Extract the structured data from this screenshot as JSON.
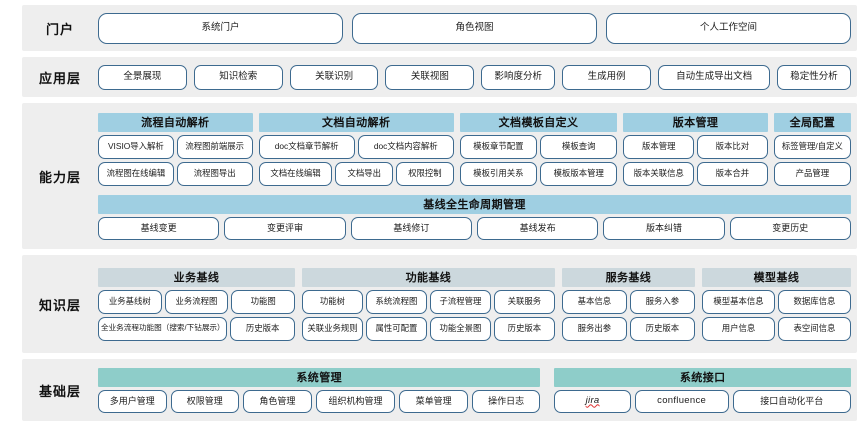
{
  "layers": [
    {
      "label": "门户",
      "items": [
        "系统门户",
        "角色视图",
        "个人工作空间"
      ]
    },
    {
      "label": "应用层",
      "items": [
        "全景展现",
        "知识检索",
        "关联识别",
        "关联视图",
        "影响度分析",
        "生成用例",
        "自动生成导出文档",
        "稳定性分析"
      ]
    },
    {
      "label": "能力层",
      "groups": [
        {
          "title": "流程自动解析",
          "row1": [
            "VISIO导入解析",
            "流程图前端展示"
          ],
          "row2": [
            "流程图在线编辑",
            "流程图导出"
          ]
        },
        {
          "title": "文档自动解析",
          "row1": [
            "doc文档章节解析",
            "doc文档内容解析"
          ],
          "row2": [
            "文档在线编辑",
            "文档导出",
            "权限控制"
          ]
        },
        {
          "title": "文档模板自定义",
          "row1": [
            "模板章节配置",
            "模板查询"
          ],
          "row2": [
            "模板引用关系",
            "模板版本管理"
          ]
        },
        {
          "title": "版本管理",
          "row1": [
            "版本管理",
            "版本比对"
          ],
          "row2": [
            "版本关联信息",
            "版本合并"
          ]
        },
        {
          "title": "全局配置",
          "row1": [
            "标签管理/自定义"
          ],
          "row2": [
            "产品管理"
          ]
        }
      ],
      "baseline": {
        "title": "基线全生命周期管理",
        "items": [
          "基线变更",
          "变更评审",
          "基线修订",
          "基线发布",
          "版本纠错",
          "变更历史"
        ]
      }
    },
    {
      "label": "知识层",
      "groups": [
        {
          "title": "业务基线",
          "row1": [
            "业务基线树",
            "业务流程图",
            "功能图"
          ],
          "row2": [
            "全业务流程功能图（搜索/下钻展示）",
            "历史版本"
          ]
        },
        {
          "title": "功能基线",
          "row1": [
            "功能树",
            "系统流程图",
            "子流程管理",
            "关联服务"
          ],
          "row2": [
            "关联业务规则",
            "属性可配置",
            "功能全景图",
            "历史版本"
          ]
        },
        {
          "title": "服务基线",
          "row1": [
            "基本信息",
            "服务入参"
          ],
          "row2": [
            "服务出参",
            "历史版本"
          ]
        },
        {
          "title": "模型基线",
          "row1": [
            "模型基本信息",
            "数据库信息"
          ],
          "row2": [
            "用户信息",
            "表空间信息"
          ]
        }
      ]
    },
    {
      "label": "基础层",
      "groups": [
        {
          "title": "系统管理",
          "items": [
            "多用户管理",
            "权限管理",
            "角色管理",
            "组织机构管理",
            "菜单管理",
            "操作日志"
          ]
        },
        {
          "title": "系统接口",
          "items": [
            "jira",
            "confluence",
            "接口自动化平台"
          ]
        }
      ]
    }
  ],
  "colors": {
    "band_bg": "#eeeeee",
    "pill_border": "#3d6a8f",
    "capability_header": "#9fcfe2",
    "knowledge_header": "#ccd8dd",
    "foundation_header": "#8ecdc9"
  }
}
